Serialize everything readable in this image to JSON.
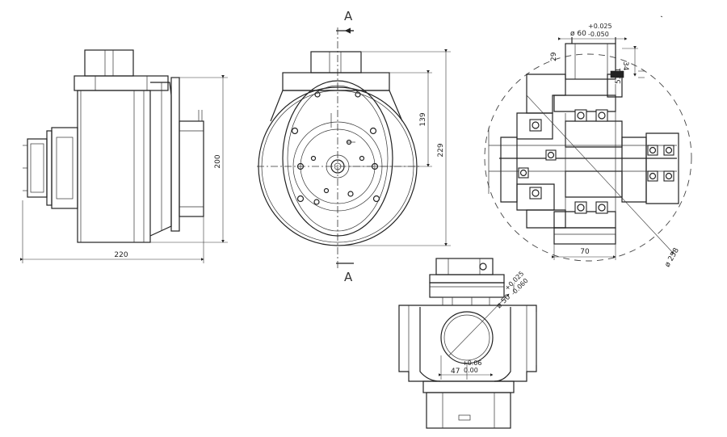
{
  "section_marks": {
    "top": "A",
    "bottom": "A"
  },
  "side_view": {
    "dim_height": "200",
    "dim_width": "220"
  },
  "front_view": {
    "dim_inner": "139",
    "dim_outer": "229"
  },
  "section_view": {
    "dia_shaft_prefix": "ø 60",
    "dia_shaft_tol_upper": "+0.025",
    "dia_shaft_tol_lower": "-0.050",
    "dim_29": "29",
    "dim_34": "34",
    "dim_5_81": "5.81",
    "dim_70": "70",
    "dia_258": "ø 258"
  },
  "bottom_view": {
    "dia_prefix": "ø 50",
    "dia_tol_upper": "+0.025",
    "dia_tol_lower": "-0.060",
    "dim_47": "47",
    "dim_47_tol_upper": "+0.06",
    "dim_47_tol_lower": "0.00"
  }
}
